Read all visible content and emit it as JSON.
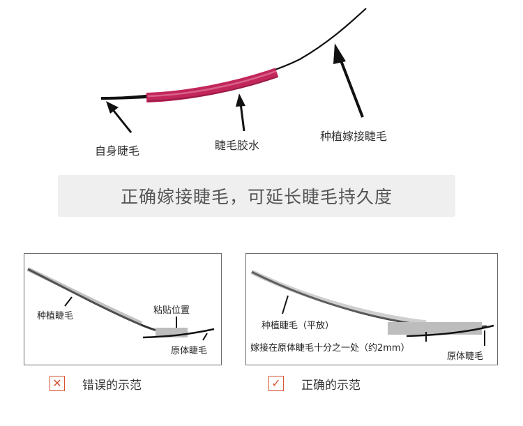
{
  "top_diagram": {
    "label_natural": "自身睫毛",
    "label_glue": "睫毛胶水",
    "label_extension": "种植嫁接睫毛"
  },
  "banner": {
    "text": "正确嫁接睫毛，可延长睫毛持久度"
  },
  "wrong_panel": {
    "label_extension": "种植睫毛",
    "label_position": "粘贴位置",
    "label_natural": "原体睫毛",
    "caption": "错误的示范",
    "mark": "✕"
  },
  "right_panel": {
    "label_extension": "种植睫毛（平放）",
    "label_attach": "嫁接在原体睫毛十分之一处（约2mm）",
    "label_natural": "原体睫毛",
    "caption": "正确的示范",
    "mark": "✓"
  },
  "colors": {
    "glue": "#c2275c",
    "lash": "#111111",
    "mark": "#d9532f",
    "banner_bg": "#efefef"
  }
}
